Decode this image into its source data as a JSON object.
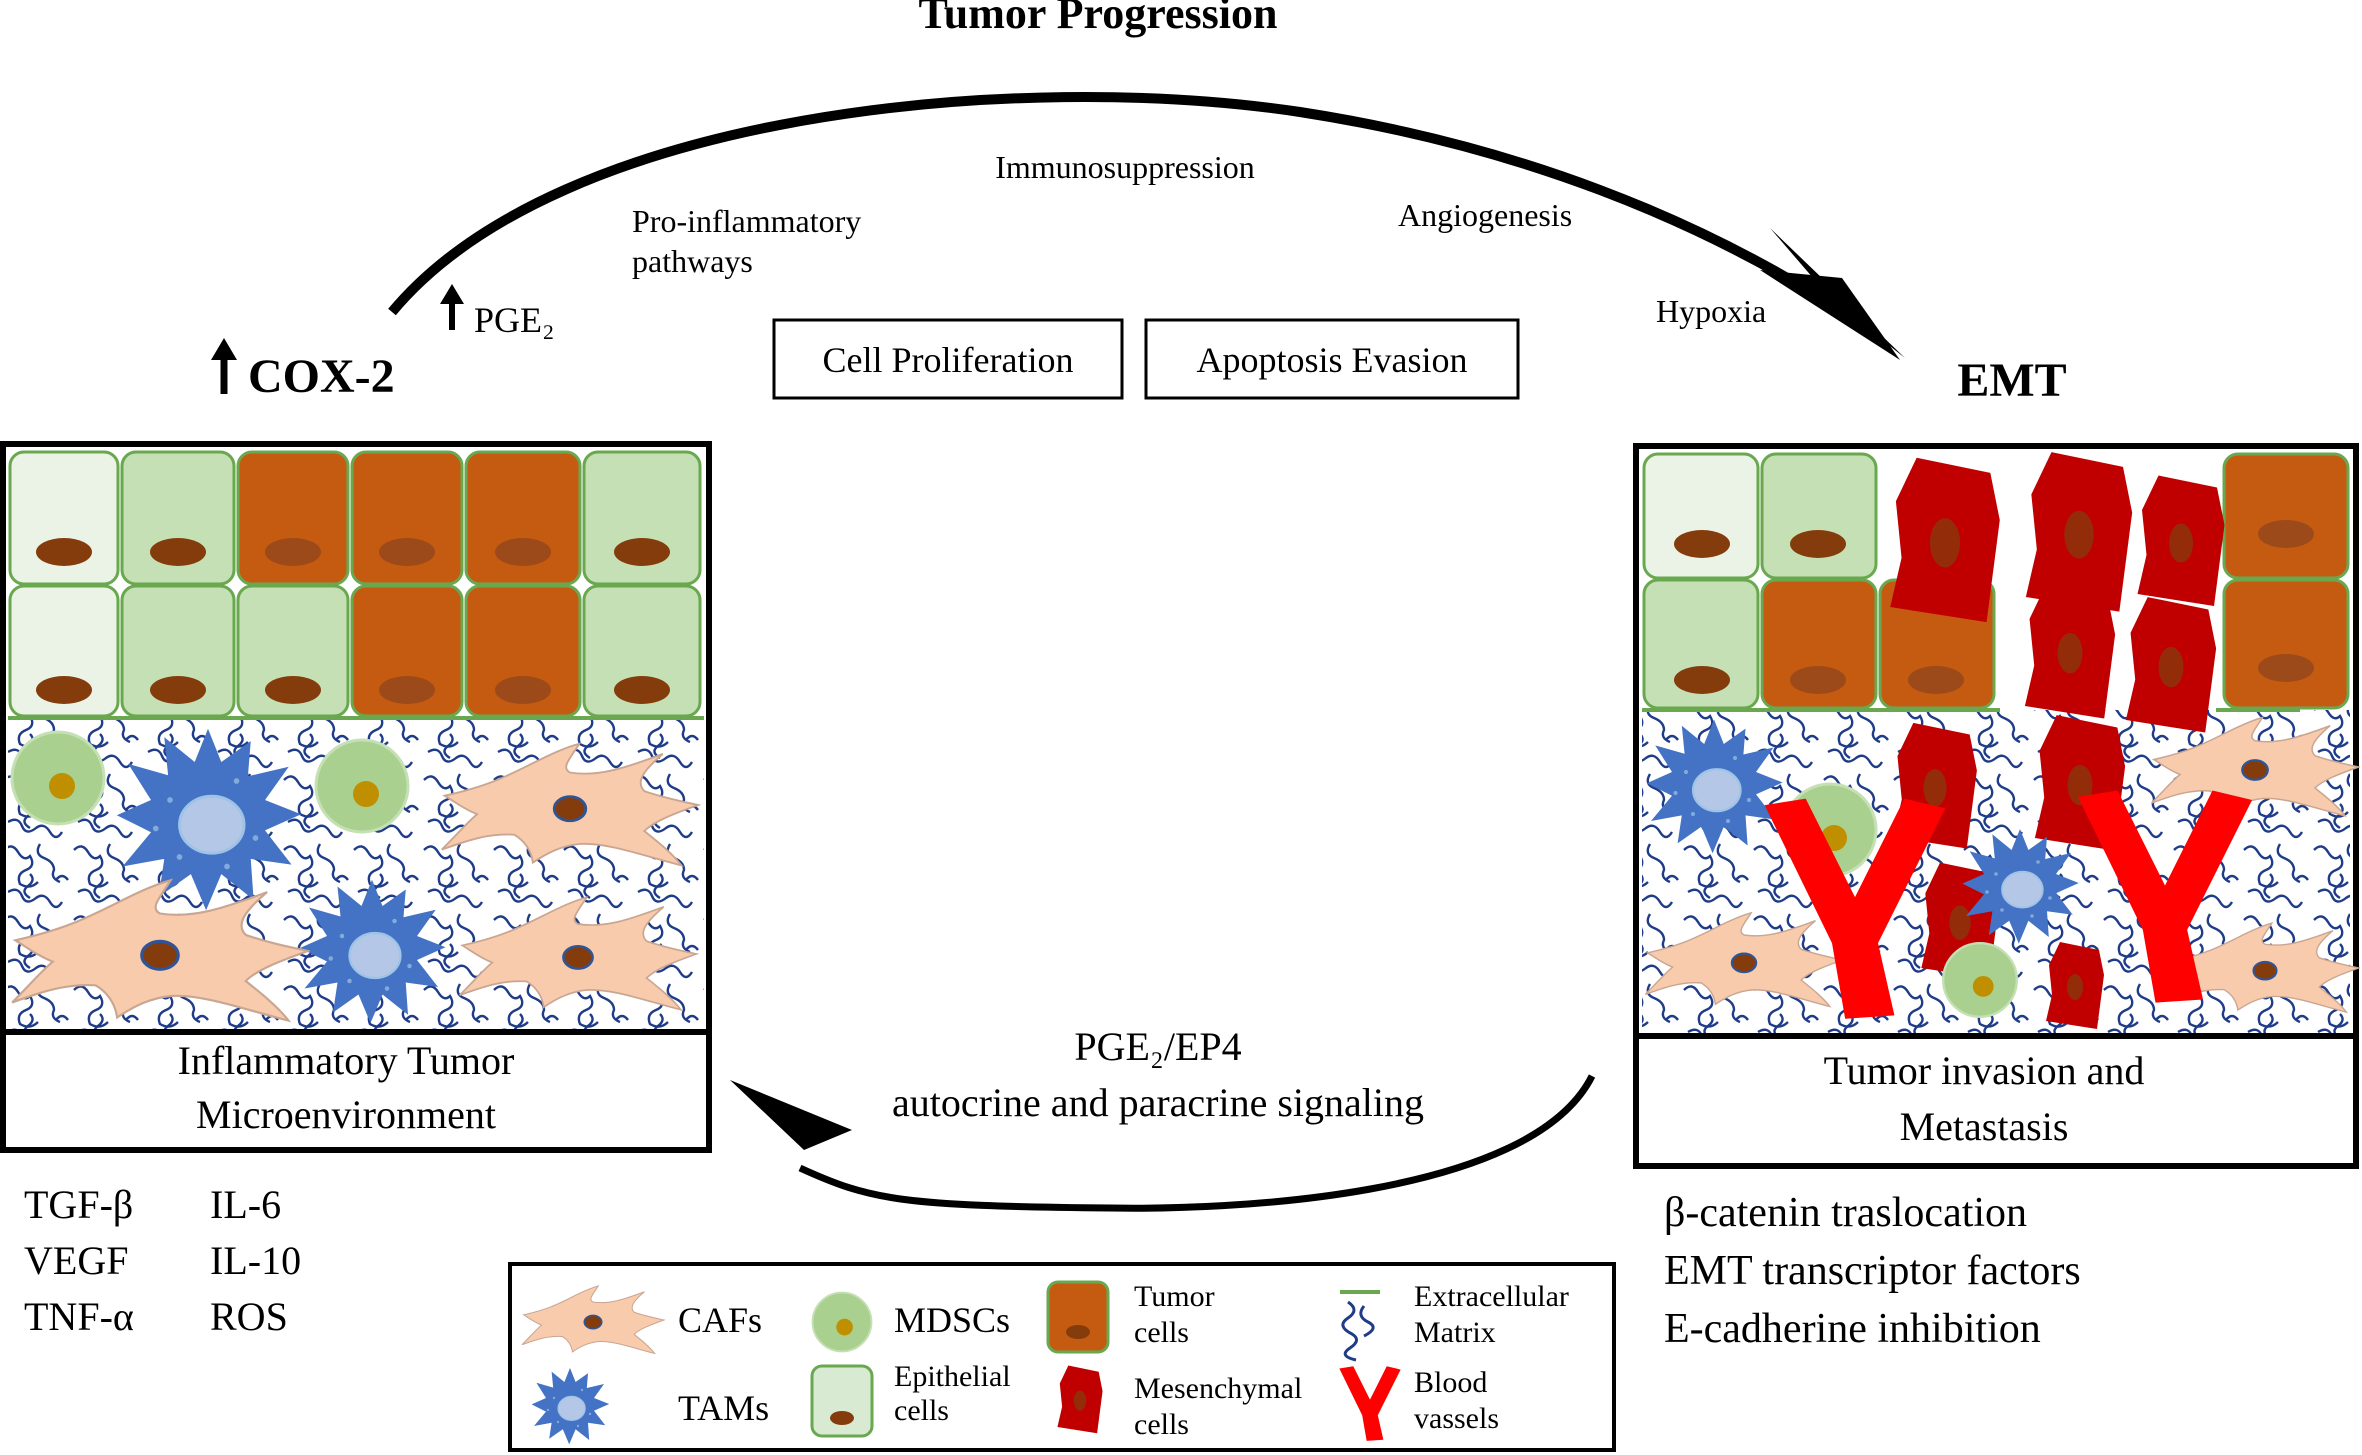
{
  "title": "Tumor Progression",
  "cox2": "COX-2",
  "pge2": "PGE₂",
  "top_arc_labels": {
    "immunosuppression": "Immunosuppression",
    "pro_inflammatory_line1": "Pro-inflammatory",
    "pro_inflammatory_line2": "pathways",
    "angiogenesis": "Angiogenesis",
    "hypoxia": "Hypoxia"
  },
  "boxes": {
    "cell_proliferation": "Cell Proliferation",
    "apoptosis_evasion": "Apoptosis Evasion"
  },
  "emt": "EMT",
  "left_panel": {
    "caption_line1": "Inflammatory Tumor",
    "caption_line2": "Microenvironment",
    "factors_col1": [
      "TGF-β",
      "VEGF",
      "TNF-α"
    ],
    "factors_col2": [
      "IL-6",
      "IL-10",
      "ROS"
    ]
  },
  "right_panel": {
    "caption_line1": "Tumor invasion and",
    "caption_line2": "Metastasis",
    "notes": [
      "β-catenin traslocation",
      "EMT transcriptor factors",
      "E-cadherine inhibition"
    ]
  },
  "bottom_arc": {
    "line1": "PGE₂/EP4",
    "line2": "autocrine and paracrine signaling"
  },
  "legend": {
    "cafs": "CAFs",
    "tams": "TAMs",
    "mdscs": "MDSCs",
    "epithelial_line1": "Epithelial",
    "epithelial_line2": "cells",
    "tumor_line1": "Tumor",
    "tumor_line2": "cells",
    "mesenchymal_line1": "Mesenchymal",
    "mesenchymal_line2": "cells",
    "ecm_line1": "Extracellular",
    "ecm_line2": "Matrix",
    "blood_line1": "Blood",
    "blood_line2": "vassels"
  },
  "colors": {
    "epithelial_fill": "#d9ead3",
    "epithelial_border": "#6aa84f",
    "tumor_fill": "#c55a11",
    "nucleus": "#843c0c",
    "mesenchymal": "#c00000",
    "caf": "#f8cbad",
    "tam": "#4472c4",
    "mdsc": "#a9d08e",
    "ecm": "#1f3c88",
    "vessel": "#ff0000"
  }
}
